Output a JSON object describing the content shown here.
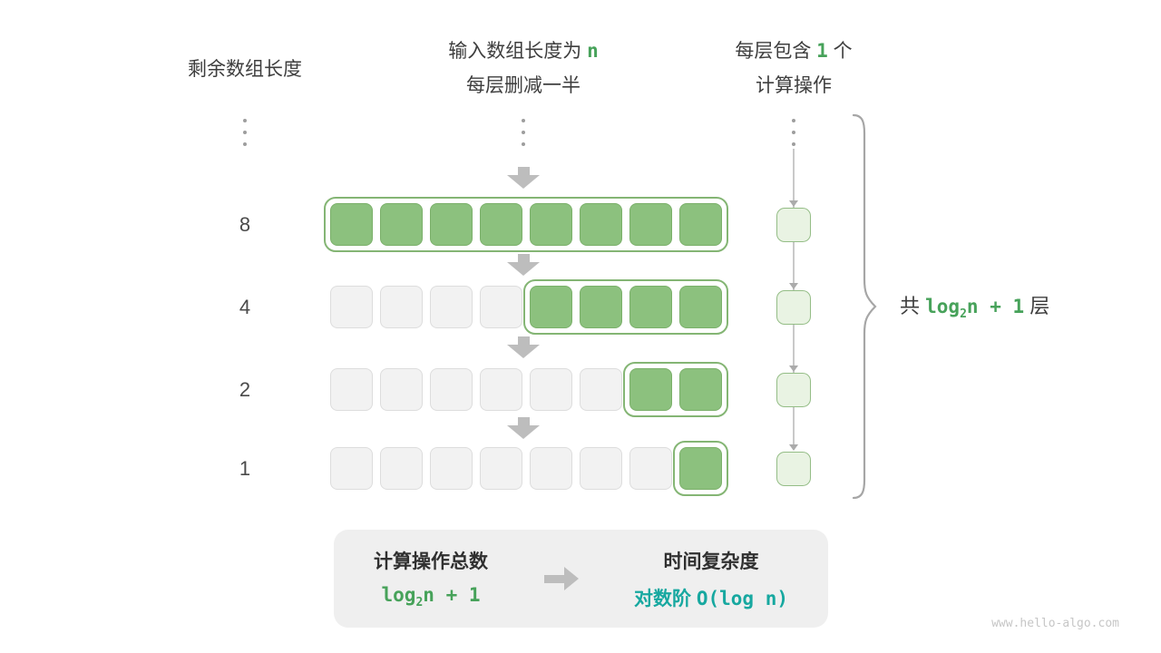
{
  "headers": {
    "left": "剩余数组长度",
    "middle": {
      "line1_prefix": "输入数组长度为 ",
      "line1_code": "n",
      "line2": "每层删减一半"
    },
    "right": {
      "line1_prefix": "每层包含 ",
      "line1_code": "1",
      "line1_suffix": " 个",
      "line2": "计算操作"
    }
  },
  "rows": [
    {
      "label": "8",
      "total_cells": 8,
      "green_cells": 8
    },
    {
      "label": "4",
      "total_cells": 8,
      "green_cells": 4
    },
    {
      "label": "2",
      "total_cells": 8,
      "green_cells": 2
    },
    {
      "label": "1",
      "total_cells": 8,
      "green_cells": 1
    }
  ],
  "brace": {
    "prefix": "共 ",
    "code_main": "log",
    "code_sub": "2",
    "code_tail": "n + 1",
    "suffix": " 层"
  },
  "summary": {
    "left_title": "计算操作总数",
    "left_value": {
      "main": "log",
      "sub": "2",
      "tail": "n + 1"
    },
    "right_title": "时间复杂度",
    "right_value_prefix": "对数阶 ",
    "right_value_code": "O(log n)"
  },
  "watermark": "www.hello-algo.com",
  "colors": {
    "green-fill": "#8cc17e",
    "green-border": "#7bb06a",
    "green-outline": "#84b574",
    "op-fill": "#e9f3e3",
    "op-border": "#94bd86",
    "gray-fill": "#f2f2f2",
    "gray-border": "#dddddd",
    "arrow-gray": "#bdbdbd",
    "text-dark": "#3e3e3e",
    "code-green": "#47a25a",
    "teal": "#17a8a0",
    "muted": "#9e9e9e",
    "box-bg": "#efefef",
    "watermark-color": "#c6c6c6"
  }
}
